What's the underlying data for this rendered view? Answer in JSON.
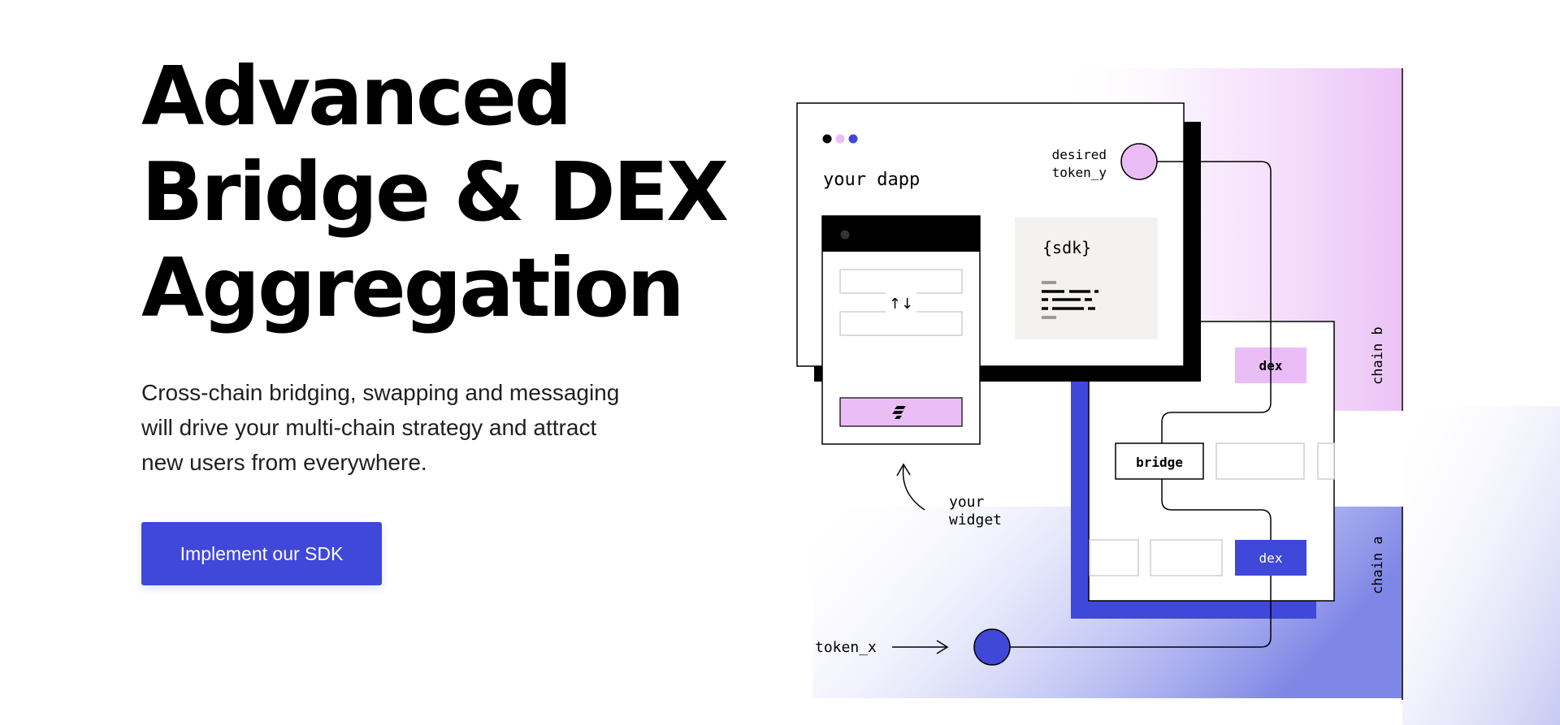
{
  "hero": {
    "headline": [
      "Advanced",
      "Bridge & DEX",
      "Aggregation"
    ],
    "subtitle": [
      "Cross-chain bridging, swapping and messaging",
      "will drive your multi-chain strategy and attract",
      "new users from everywhere."
    ],
    "cta_label": "Implement our SDK"
  },
  "diagram": {
    "dapp_label": "your dapp",
    "desired_token_line1": "desired",
    "desired_token_line2": "token_y",
    "sdk_label": "{sdk}",
    "swap_glyph": "↑↓",
    "widget_line1": "your",
    "widget_line2": "widget",
    "token_x_label": "token_x",
    "bridge_label": "bridge",
    "dex_top_label": "dex",
    "dex_bottom_label": "dex",
    "chain_b_label": "chain b",
    "chain_a_label": "chain a"
  },
  "colors": {
    "accent_blue": "#3f48d9",
    "accent_pink": "#ebbdf7",
    "text_dark": "#000000"
  },
  "icons": {
    "window_dots": "three-dots-icon",
    "swap": "swap-arrows-icon",
    "widget_logo": "lifi-logo-icon",
    "arrow": "curved-arrow-icon"
  }
}
